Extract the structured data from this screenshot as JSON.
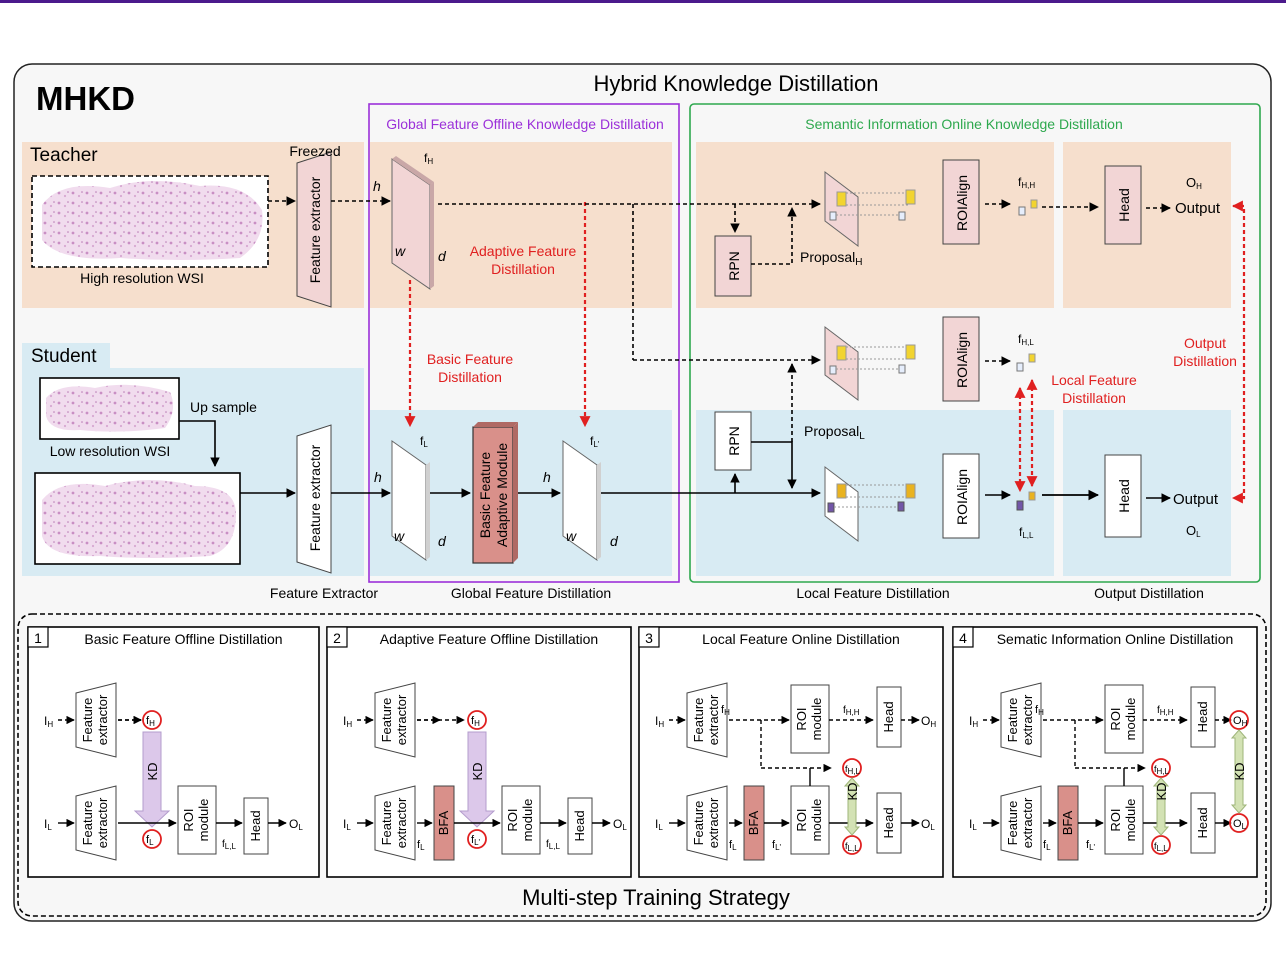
{
  "title": "MHKD",
  "main_title": "Hybrid Knowledge Distillation",
  "bottom_title": "Multi-step Training Strategy",
  "colors": {
    "teacher_bg": "#f6dfcd",
    "student_bg": "#d8ebf3",
    "global_border": "#9b30d9",
    "global_text": "#9b30d9",
    "semantic_border": "#2ea84e",
    "semantic_text": "#2ea84e",
    "distill_red": "#e02020",
    "teacher_block": "#f2d5d5",
    "bfa_block": "#d9908a",
    "kd_purple": "#dcc8ea",
    "kd_green": "#d3e2b4",
    "top_bar": "#4b1a8c"
  },
  "labels": {
    "teacher": "Teacher",
    "student": "Student",
    "freezed": "Freezed",
    "high_res": "High resolution WSI",
    "low_res": "Low resolution WSI",
    "up_sample": "Up sample",
    "feature_extractor": "Feature extractor",
    "global_offline": "Global Feature Offline Knowledge Distillation",
    "semantic_online": "Semantic Information Online Knowledge Distillation",
    "adaptive_1": "Adaptive Feature",
    "adaptive_2": "Distillation",
    "basic_1": "Basic Feature",
    "basic_2": "Distillation",
    "bfam_1": "Basic Feature",
    "bfam_2": "Adaptive Module",
    "output_dist_1": "Output",
    "output_dist_2": "Distillation",
    "local_dist_1": "Local Feature",
    "local_dist_2": "Distillation",
    "rpn": "RPN",
    "roialign": "ROIAlign",
    "head": "Head",
    "output": "Output",
    "proposal": "Proposal",
    "sub_h": "H",
    "sub_l": "L",
    "f": "f",
    "o": "O",
    "i": "I",
    "h": "h",
    "w": "w",
    "d": "d",
    "fH_sub": "H",
    "fL_sub": "L",
    "fLp_sub": "L'",
    "fHH_sub": "H,H",
    "fHL_sub": "H,L",
    "fLL_sub": "L,L",
    "sec_feature_extractor": "Feature Extractor",
    "sec_global": "Global Feature Distillation",
    "sec_local": "Local Feature Distillation",
    "sec_output": "Output Distillation"
  },
  "steps": [
    {
      "num": "1",
      "title": "Basic Feature Offline Distillation"
    },
    {
      "num": "2",
      "title": "Adaptive Feature Offline Distillation"
    },
    {
      "num": "3",
      "title": "Local Feature Online Distillation"
    },
    {
      "num": "4",
      "title": "Sematic Information Online Distillation"
    }
  ],
  "mini": {
    "feature": "Feature",
    "extractor": "extractor",
    "roi": "ROI",
    "module": "module",
    "head": "Head",
    "kd": "KD",
    "bfa": "BFA"
  }
}
